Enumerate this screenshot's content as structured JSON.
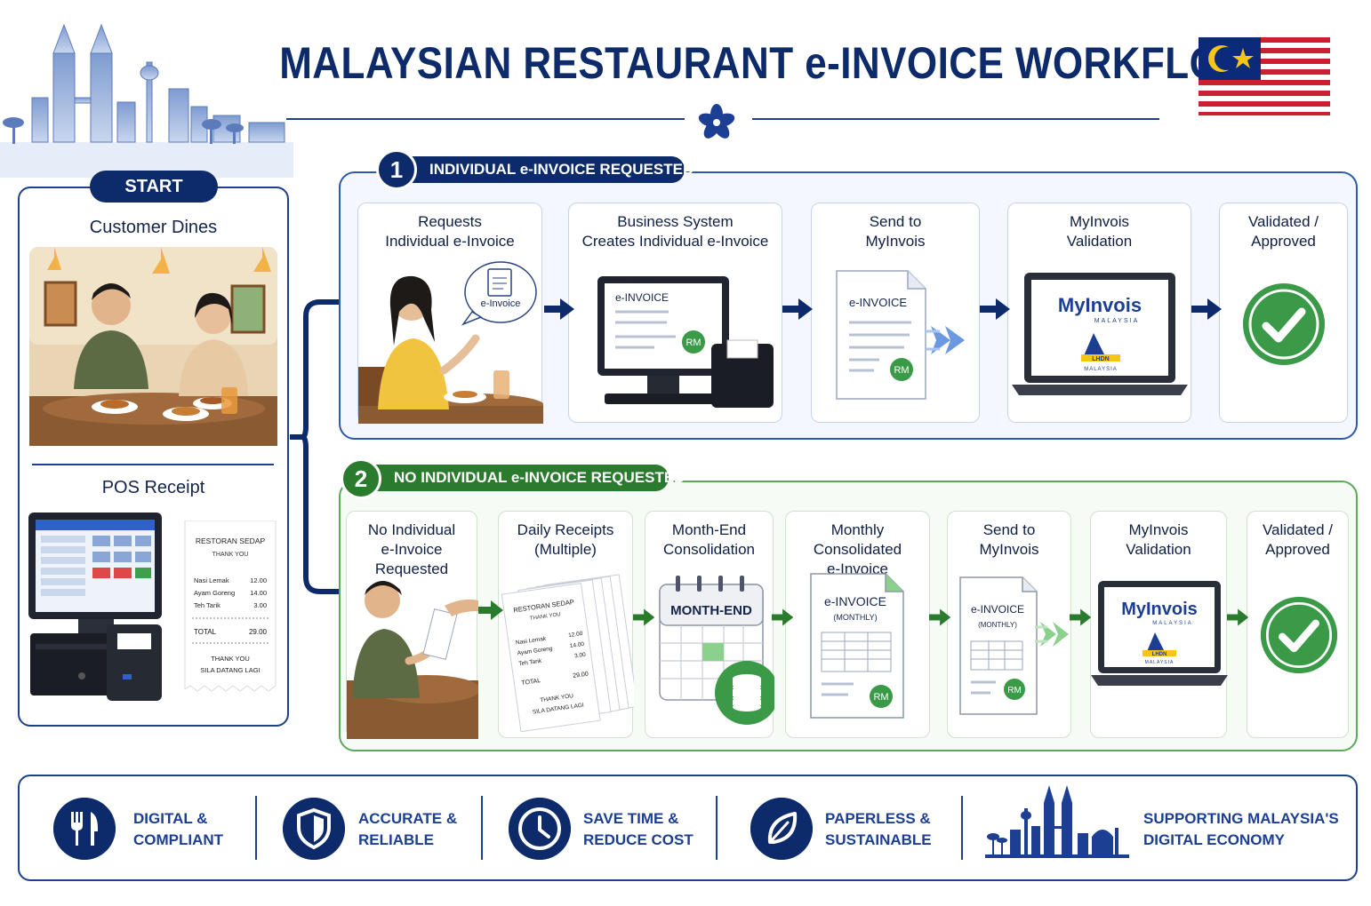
{
  "title": "MALAYSIAN RESTAURANT e-INVOICE WORKFLOW",
  "start": {
    "badge": "START",
    "customer_dines": "Customer Dines",
    "pos_receipt": "POS Receipt",
    "receipt": {
      "shop": "RESTORAN SEDAP",
      "thanks": "THANK YOU",
      "items": [
        {
          "name": "Nasi Lemak",
          "price": "12.00"
        },
        {
          "name": "Ayam Goreng",
          "price": "14.00"
        },
        {
          "name": "Teh Tarik",
          "price": "3.00"
        }
      ],
      "total_label": "TOTAL",
      "total": "29.00",
      "footer1": "THANK YOU",
      "footer2": "SILA DATANG LAGI"
    }
  },
  "flow1": {
    "number": "1",
    "label": "INDIVIDUAL e-INVOICE REQUESTED",
    "steps": [
      {
        "title": "Requests\nIndividual e-Invoice",
        "bubble": "e-Invoice"
      },
      {
        "title": "Business System\nCreates Individual e-Invoice",
        "screen": "e-INVOICE",
        "rm": "RM"
      },
      {
        "title": "Send to\nMyInvois",
        "doc": "e-INVOICE",
        "rm": "RM"
      },
      {
        "title": "MyInvois\nValidation",
        "brand": "MyInvois",
        "brand_sub": "MALAYSIA",
        "lhdn": "LHDN",
        "lhdn_sub": "MALAYSIA"
      },
      {
        "title": "Validated /\nApproved"
      }
    ]
  },
  "flow2": {
    "number": "2",
    "label": "NO INDIVIDUAL e-INVOICE REQUESTED",
    "steps": [
      {
        "title": "No Individual\ne-Invoice Requested"
      },
      {
        "title": "Daily Receipts\n(Multiple)"
      },
      {
        "title": "Month-End\nConsolidation",
        "calendar": "MONTH-END"
      },
      {
        "title": "Monthly Consolidated\ne-Invoice",
        "doc": "e-INVOICE",
        "doc_sub": "(MONTHLY)",
        "rm": "RM"
      },
      {
        "title": "Send to\nMyInvois",
        "doc": "e-INVOICE",
        "doc_sub": "(MONTHLY)",
        "rm": "RM"
      },
      {
        "title": "MyInvois\nValidation",
        "brand": "MyInvois",
        "brand_sub": "MALAYSIA",
        "lhdn": "LHDN",
        "lhdn_sub": "MALAYSIA"
      },
      {
        "title": "Validated /\nApproved"
      }
    ]
  },
  "benefits": [
    {
      "text": "DIGITAL &\nCOMPLIANT",
      "icon": "fork-knife-icon"
    },
    {
      "text": "ACCURATE &\nRELIABLE",
      "icon": "shield-icon"
    },
    {
      "text": "SAVE TIME &\nREDUCE COST",
      "icon": "clock-icon"
    },
    {
      "text": "PAPERLESS &\nSUSTAINABLE",
      "icon": "leaf-icon"
    },
    {
      "text": "SUPPORTING MALAYSIA'S\nDIGITAL ECONOMY",
      "icon": "skyline-icon"
    }
  ],
  "colors": {
    "navy": "#0d2a6b",
    "blue": "#1e3f8a",
    "green": "#2a7b2d",
    "check_green": "#3a9a47"
  }
}
